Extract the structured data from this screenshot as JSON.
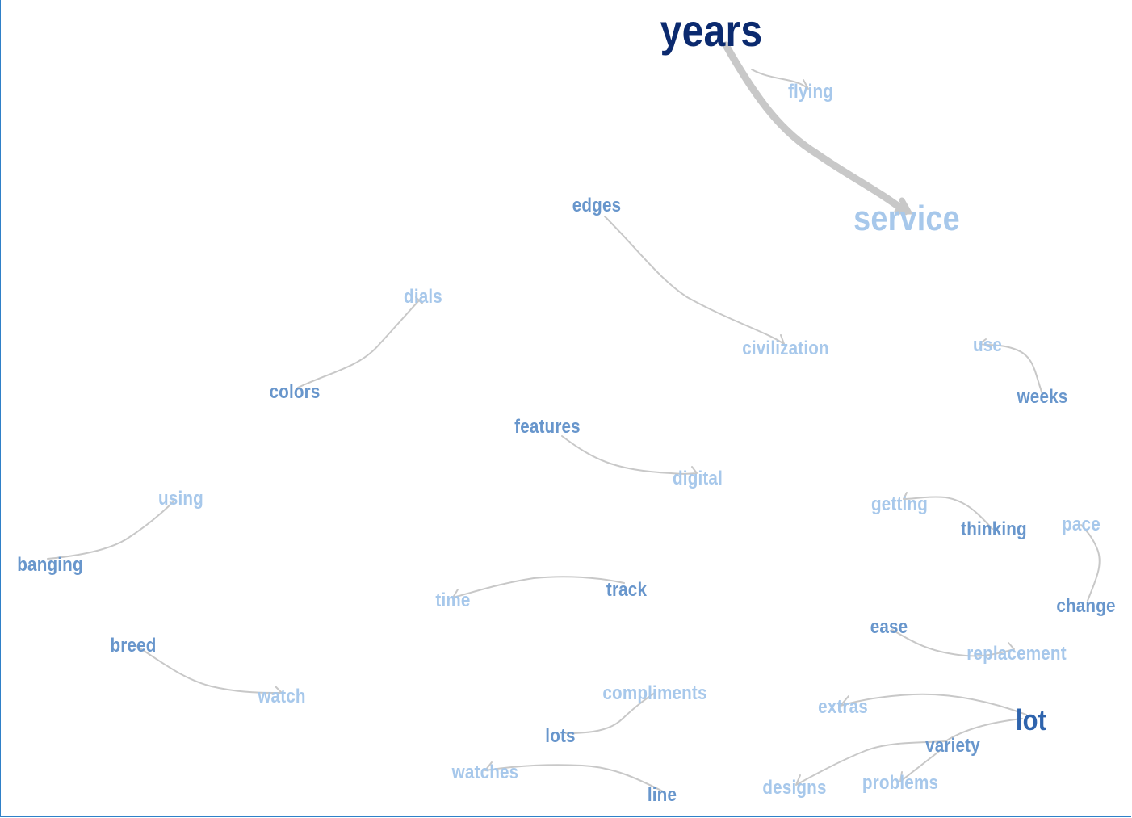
{
  "colors": {
    "dark": "#0b2a6f",
    "strong": "#2f64ad",
    "mid": "#6896cc",
    "light": "#a7c8eb",
    "edge": "#c8c8c8"
  },
  "words": [
    {
      "id": "years",
      "text": "years",
      "tone": "dark"
    },
    {
      "id": "flying",
      "text": "flying",
      "tone": "light"
    },
    {
      "id": "service",
      "text": "service",
      "tone": "light"
    },
    {
      "id": "edges",
      "text": "edges",
      "tone": "mid"
    },
    {
      "id": "civilization",
      "text": "civilization",
      "tone": "light"
    },
    {
      "id": "dials",
      "text": "dials",
      "tone": "light"
    },
    {
      "id": "colors",
      "text": "colors",
      "tone": "mid"
    },
    {
      "id": "use",
      "text": "use",
      "tone": "light"
    },
    {
      "id": "weeks",
      "text": "weeks",
      "tone": "mid"
    },
    {
      "id": "features",
      "text": "features",
      "tone": "mid"
    },
    {
      "id": "digital",
      "text": "digital",
      "tone": "light"
    },
    {
      "id": "using",
      "text": "using",
      "tone": "light"
    },
    {
      "id": "banging",
      "text": "banging",
      "tone": "mid"
    },
    {
      "id": "getting",
      "text": "getting",
      "tone": "light"
    },
    {
      "id": "thinking",
      "text": "thinking",
      "tone": "mid"
    },
    {
      "id": "pace",
      "text": "pace",
      "tone": "light"
    },
    {
      "id": "change",
      "text": "change",
      "tone": "mid"
    },
    {
      "id": "time",
      "text": "time",
      "tone": "light"
    },
    {
      "id": "track",
      "text": "track",
      "tone": "mid"
    },
    {
      "id": "ease",
      "text": "ease",
      "tone": "mid"
    },
    {
      "id": "replacement",
      "text": "replacement",
      "tone": "light"
    },
    {
      "id": "breed",
      "text": "breed",
      "tone": "mid"
    },
    {
      "id": "watch",
      "text": "watch",
      "tone": "light"
    },
    {
      "id": "compliments",
      "text": "compliments",
      "tone": "light"
    },
    {
      "id": "lots",
      "text": "lots",
      "tone": "mid"
    },
    {
      "id": "extras",
      "text": "extras",
      "tone": "light"
    },
    {
      "id": "lot",
      "text": "lot",
      "tone": "strong"
    },
    {
      "id": "variety",
      "text": "variety",
      "tone": "mid"
    },
    {
      "id": "watches",
      "text": "watches",
      "tone": "light"
    },
    {
      "id": "line",
      "text": "line",
      "tone": "mid"
    },
    {
      "id": "designs",
      "text": "designs",
      "tone": "light"
    },
    {
      "id": "problems",
      "text": "problems",
      "tone": "light"
    }
  ],
  "links": [
    {
      "source": "years",
      "target": "service",
      "weight": "heavy"
    },
    {
      "source": "years",
      "target": "flying",
      "weight": "light"
    },
    {
      "source": "edges",
      "target": "civilization",
      "weight": "light"
    },
    {
      "source": "colors",
      "target": "dials",
      "weight": "light"
    },
    {
      "source": "weeks",
      "target": "use",
      "weight": "light"
    },
    {
      "source": "features",
      "target": "digital",
      "weight": "light"
    },
    {
      "source": "banging",
      "target": "using",
      "weight": "light"
    },
    {
      "source": "thinking",
      "target": "getting",
      "weight": "light"
    },
    {
      "source": "change",
      "target": "pace",
      "weight": "light"
    },
    {
      "source": "track",
      "target": "time",
      "weight": "light"
    },
    {
      "source": "ease",
      "target": "replacement",
      "weight": "light"
    },
    {
      "source": "breed",
      "target": "watch",
      "weight": "light"
    },
    {
      "source": "lots",
      "target": "compliments",
      "weight": "light"
    },
    {
      "source": "lot",
      "target": "extras",
      "weight": "light"
    },
    {
      "source": "lot",
      "target": "designs",
      "weight": "light"
    },
    {
      "source": "variety",
      "target": "problems",
      "weight": "light"
    },
    {
      "source": "line",
      "target": "watches",
      "weight": "light"
    }
  ]
}
